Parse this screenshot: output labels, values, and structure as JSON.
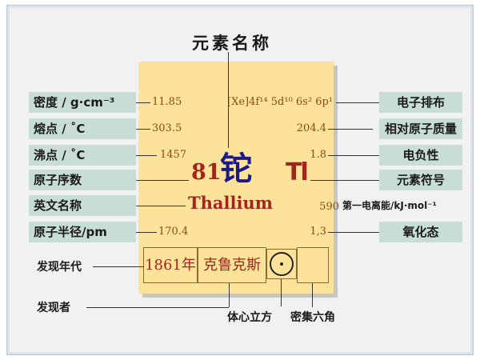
{
  "title": "元素名称",
  "left_labels": {
    "density": "密度 / g·cm⁻³",
    "melting_point": "熔点 / ˚C",
    "boiling_point": "沸点 / ˚C",
    "atomic_number": "原子序数",
    "english_name": "英文名称",
    "atomic_radius": "原子半径/pm"
  },
  "right_labels": {
    "electron_config": "电子排布",
    "atomic_mass": "相对原子质量",
    "electronegativity": "电负性",
    "symbol": "元素符号",
    "ionization": "第一电离能/kJ·mol⁻¹",
    "oxidation": "氧化态"
  },
  "values": {
    "density": "11.85",
    "melting_point": "303.5",
    "boiling_point": "1457",
    "atomic_number": "81",
    "english_name": "Thallium",
    "atomic_radius": "170.4",
    "electron_config": "[Xe]4f¹⁴ 5d¹⁰ 6s² 6p¹",
    "atomic_mass": "204.4",
    "electronegativity": "1.8",
    "symbol": "Tl",
    "ionization": "590",
    "oxidation": "1,3",
    "element_name": "铊"
  },
  "discovery": {
    "year": "1861年",
    "discoverer": "克鲁克斯"
  },
  "bottom_labels": {
    "discovery_year": "发现年代",
    "discoverer": "发现者",
    "crystal_bcc": "体心立方",
    "crystal_hcp": "密集六角"
  },
  "colors": {
    "card": "#fde39a",
    "label_bg": "#c8ddd6",
    "red_text": "#a0261e",
    "blue_text": "#1c1a88"
  }
}
